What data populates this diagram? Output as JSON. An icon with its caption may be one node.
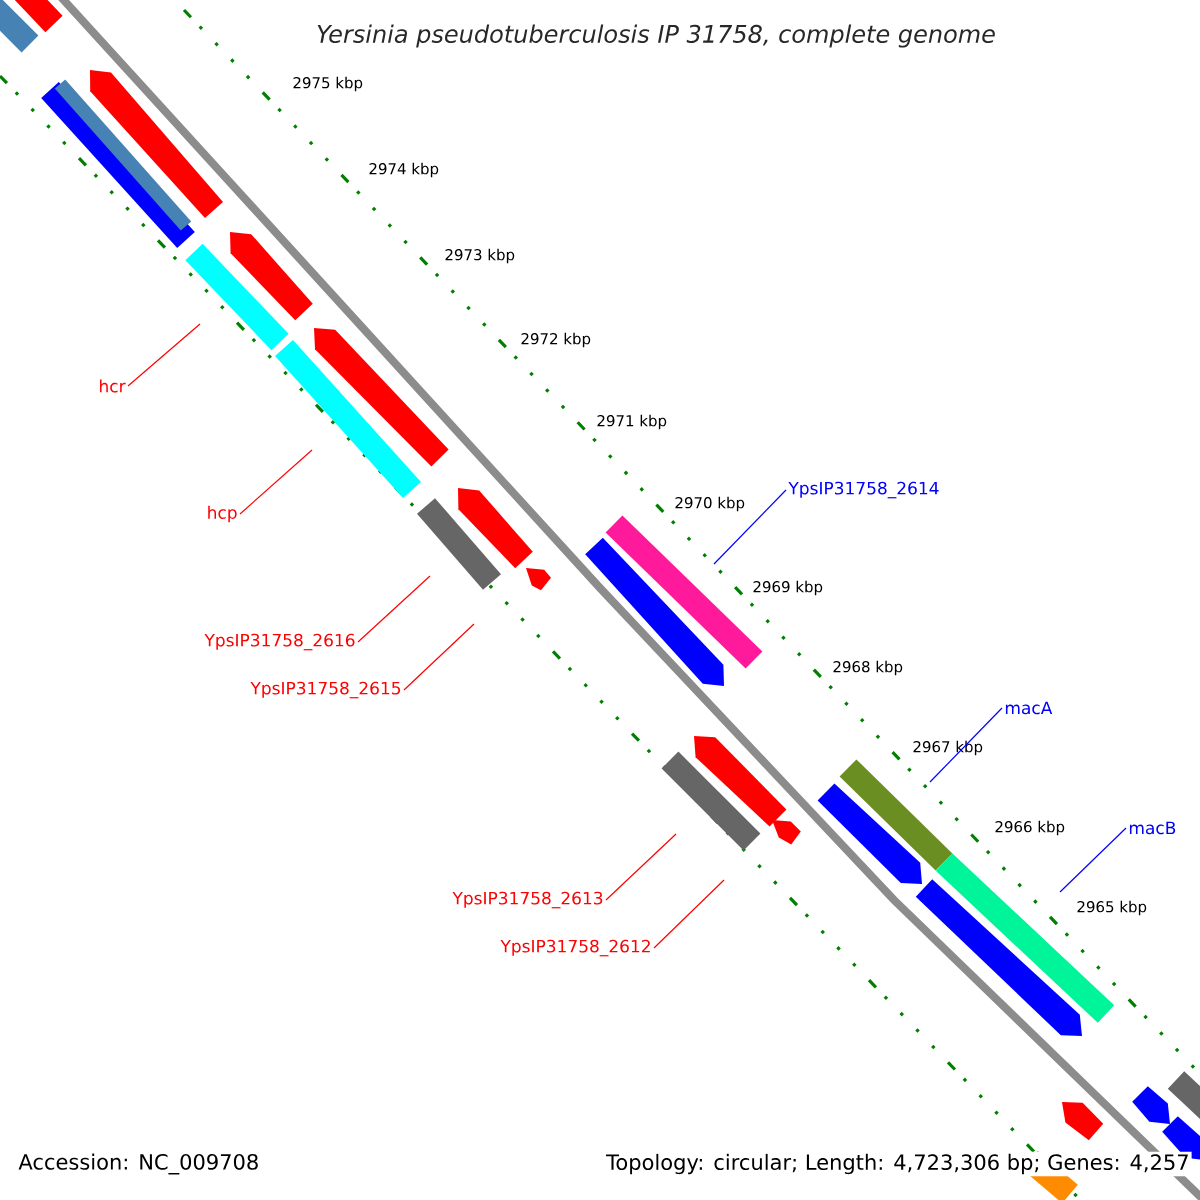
{
  "diagram": {
    "title": "Yersinia pseudotuberculosis IP 31758, complete genome",
    "nodes": [
      {
        "text": [
          "hcr"
        ]
      },
      {
        "text": [
          "YpsIP31758_2614"
        ]
      },
      {
        "text": [
          "hcp"
        ]
      },
      {
        "text": [
          "YpsIP31758_2616"
        ]
      },
      {
        "text": [
          "YpsIP31758_2615"
        ]
      },
      {
        "text": [
          "macA"
        ]
      },
      {
        "text": [
          "macB"
        ]
      },
      {
        "text": [
          "YpsIP31758_2613"
        ]
      },
      {
        "text": [
          "YpsIP31758_2612"
        ]
      }
    ],
    "edges": [
      {
        "from": 0,
        "to": null,
        "arrow": "none"
      },
      {
        "from": 1,
        "to": null,
        "arrow": "none",
        "color": "#0000ff"
      },
      {
        "from": 2,
        "to": null,
        "arrow": "none"
      },
      {
        "from": 3,
        "to": null,
        "arrow": "none"
      },
      {
        "from": 4,
        "to": null,
        "arrow": "none"
      },
      {
        "from": 5,
        "to": null,
        "arrow": "none",
        "color": "#0000ff"
      },
      {
        "from": 6,
        "to": null,
        "arrow": "none",
        "color": "#0000ff"
      },
      {
        "from": 7,
        "to": null,
        "arrow": "none"
      },
      {
        "from": 8,
        "to": null,
        "arrow": "none"
      }
    ],
    "labels": [
      "2975 kbp",
      "2974 kbp",
      "2973 kbp",
      "2972 kbp",
      "2971 kbp",
      "2970 kbp",
      "2969 kbp",
      "2968 kbp",
      "2967 kbp",
      "2966 kbp",
      "2965 kbp",
      "Accession: NC_009708",
      "Topology: circular; Length: 4,723,306 bp; Genes: 4,257"
    ]
  }
}
